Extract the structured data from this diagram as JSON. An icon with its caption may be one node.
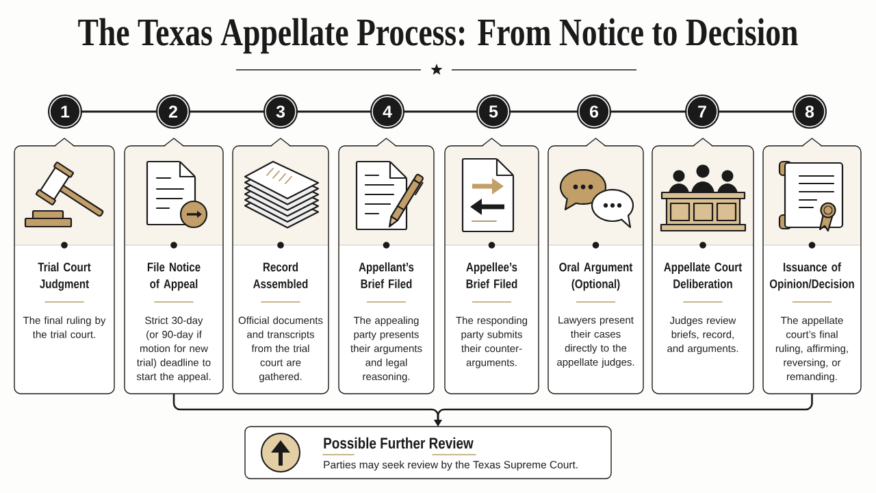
{
  "diagram": {
    "title": "The Texas Appellate Process: From Notice to Decision",
    "nodes": [
      {
        "text": [
          "1"
        ]
      },
      {
        "text": [
          "2"
        ]
      },
      {
        "text": [
          "3"
        ]
      },
      {
        "text": [
          "4"
        ]
      },
      {
        "text": [
          "5"
        ]
      },
      {
        "text": [
          "6"
        ]
      },
      {
        "text": [
          "7"
        ]
      },
      {
        "text": [
          "8"
        ]
      },
      {
        "text": [
          "Trial Court Judgment",
          "The final ruling by the trial court."
        ]
      },
      {
        "text": [
          "File Notice of Appeal",
          "Strict 30-day (or 90-day if motion for new trial) deadline to start the appeal."
        ]
      },
      {
        "text": [
          "Record Assembled",
          "Official documents and transcripts from the trial court are gathered."
        ]
      },
      {
        "text": [
          "Appellant’s Brief Filed",
          "The appealing party presents their arguments and legal reasoning."
        ]
      },
      {
        "text": [
          "Appellee’s Brief Filed",
          "The responding party submits their counter-arguments."
        ]
      },
      {
        "text": [
          "Oral Argument (Optional)",
          "Lawyers present their cases directly to the appellate judges."
        ]
      },
      {
        "text": [
          "Appellate Court Deliberation",
          "Judges review briefs, record, and arguments."
        ]
      },
      {
        "text": [
          "Issuance of Opinion/Decision",
          "The appellate court’s final ruling, affirming, reversing, or remanding."
        ]
      },
      {
        "text": [
          "Possible Further Review",
          "Parties may seek review by the Texas Supreme Court."
        ]
      }
    ],
    "edges": [
      {
        "from": 0,
        "to": 1,
        "arrow": "none"
      },
      {
        "from": 1,
        "to": 2,
        "arrow": "none"
      },
      {
        "from": 2,
        "to": 3,
        "arrow": "none"
      },
      {
        "from": 3,
        "to": 4,
        "arrow": "none"
      },
      {
        "from": 4,
        "to": 5,
        "arrow": "none"
      },
      {
        "from": 5,
        "to": 6,
        "arrow": "none"
      },
      {
        "from": 6,
        "to": 7,
        "arrow": "none"
      },
      {
        "from": 9,
        "to": 16,
        "arrow": "to"
      },
      {
        "from": 15,
        "to": 16,
        "arrow": "to"
      }
    ]
  }
}
